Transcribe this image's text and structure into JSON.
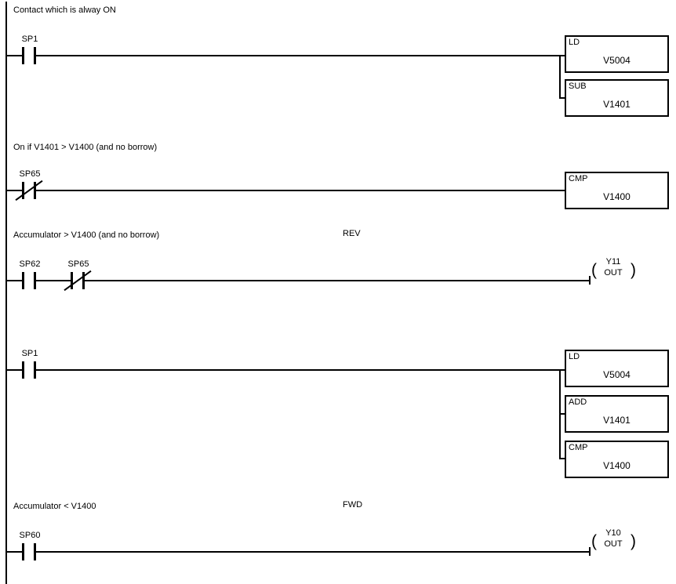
{
  "rungs": [
    {
      "comment": "Contact which is alway ON",
      "contacts": [
        {
          "label": "SP1",
          "type": "normally-open"
        }
      ],
      "boxes": [
        {
          "op": "LD",
          "operand": "V5004"
        },
        {
          "op": "SUB",
          "operand": "V1401"
        }
      ]
    },
    {
      "comment": "On if V1401 > V1400 (and no borrow)",
      "contacts": [
        {
          "label": "SP65",
          "type": "normally-closed"
        }
      ],
      "boxes": [
        {
          "op": "CMP",
          "operand": "V1400"
        }
      ]
    },
    {
      "comment": "Accumulator > V1400 (and no borrow)",
      "wire_label": "REV",
      "contacts": [
        {
          "label": "SP62",
          "type": "normally-open"
        },
        {
          "label": "SP65",
          "type": "normally-closed"
        }
      ],
      "coil": {
        "label": "Y11",
        "op": "OUT",
        "paren_open": "(",
        "paren_close": ")"
      }
    },
    {
      "contacts": [
        {
          "label": "SP1",
          "type": "normally-open"
        }
      ],
      "boxes": [
        {
          "op": "LD",
          "operand": "V5004"
        },
        {
          "op": "ADD",
          "operand": "V1401"
        },
        {
          "op": "CMP",
          "operand": "V1400"
        }
      ]
    },
    {
      "comment": "Accumulator < V1400",
      "wire_label": "FWD",
      "contacts": [
        {
          "label": "SP60",
          "type": "normally-open"
        }
      ],
      "coil": {
        "label": "Y10",
        "op": "OUT",
        "paren_open": "(",
        "paren_close": ")"
      }
    }
  ],
  "colors": {
    "background": "#ffffff",
    "line": "#000000",
    "text": "#000000"
  }
}
